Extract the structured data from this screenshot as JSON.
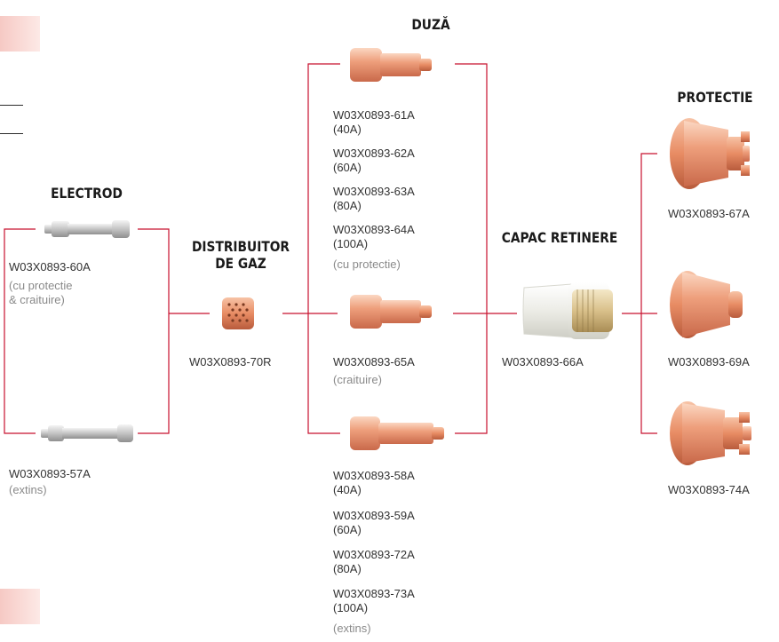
{
  "colors": {
    "connector": "#c8102e",
    "copper": "#e8926f",
    "ceramic": "#f2f2ee",
    "heading": "#1a1a1a",
    "note": "#8a8a8a"
  },
  "headers": {
    "electrod": "ELECTROD",
    "distribuitor_line1": "DISTRIBUITOR",
    "distribuitor_line2": "DE GAZ",
    "duza": "DUZĂ",
    "capac": "CAPAC RETINERE",
    "protectie": "PROTECTIE"
  },
  "electrod": {
    "part1": {
      "code": "W03X0893-60A",
      "note_line1": "(cu protectie",
      "note_line2": "& craituire)"
    },
    "part2": {
      "code": "W03X0893-57A",
      "note": "(extins)"
    }
  },
  "distribuitor": {
    "code": "W03X0893-70R"
  },
  "duza": {
    "group1": [
      {
        "code": "W03X0893-61A",
        "amp": "(40A)"
      },
      {
        "code": "W03X0893-62A",
        "amp": "(60A)"
      },
      {
        "code": "W03X0893-63A",
        "amp": "(80A)"
      },
      {
        "code": "W03X0893-64A",
        "amp": "(100A)"
      }
    ],
    "group1_note": "(cu protectie)",
    "group2": {
      "code": "W03X0893-65A",
      "note": "(craituire)"
    },
    "group3": [
      {
        "code": "W03X0893-58A",
        "amp": "(40A)"
      },
      {
        "code": "W03X0893-59A",
        "amp": "(60A)"
      },
      {
        "code": "W03X0893-72A",
        "amp": "(80A)"
      },
      {
        "code": "W03X0893-73A",
        "amp": "(100A)"
      }
    ],
    "group3_note": "(extins)"
  },
  "capac": {
    "code": "W03X0893-66A"
  },
  "protectie": {
    "part1": {
      "code": "W03X0893-67A"
    },
    "part2": {
      "code": "W03X0893-69A"
    },
    "part3": {
      "code": "W03X0893-74A"
    }
  }
}
